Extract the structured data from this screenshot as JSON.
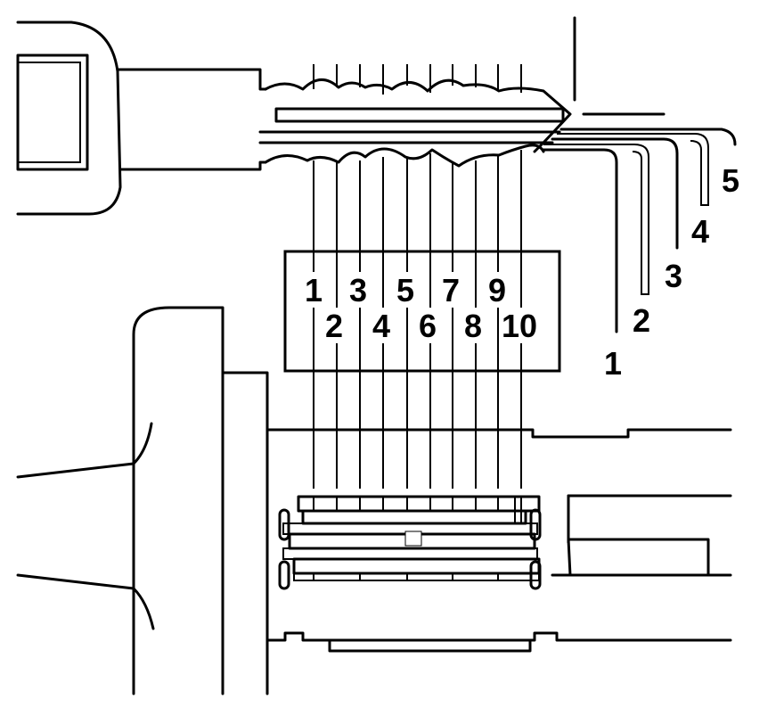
{
  "diagram": {
    "chamber_labels_top": [
      "1",
      "3",
      "5",
      "7",
      "9"
    ],
    "chamber_labels_bottom": [
      "2",
      "4",
      "6",
      "8",
      "10"
    ],
    "pick_labels": [
      "1",
      "2",
      "3",
      "4",
      "5"
    ]
  }
}
